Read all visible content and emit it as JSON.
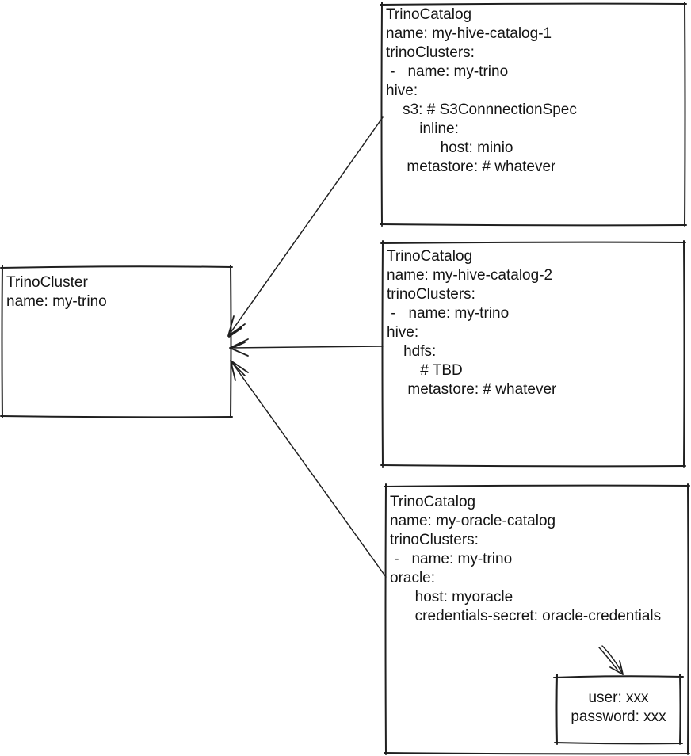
{
  "diagram": {
    "background": "#ffffff",
    "stroke_color": "#1f1f1f",
    "text_color": "#141414"
  },
  "nodes": {
    "cluster": {
      "lines": [
        "TrinoCluster",
        "name: my-trino"
      ]
    },
    "catalog1": {
      "lines": [
        "TrinoCatalog",
        "name: my-hive-catalog-1",
        "trinoClusters:",
        " -   name: my-trino",
        "hive:",
        "    s3: # S3ConnnectionSpec",
        "        inline:",
        "             host: minio",
        "     metastore: # whatever"
      ]
    },
    "catalog2": {
      "lines": [
        "TrinoCatalog",
        "name: my-hive-catalog-2",
        "trinoClusters:",
        " -   name: my-trino",
        "hive:",
        "    hdfs:",
        "        # TBD",
        "     metastore: # whatever"
      ]
    },
    "catalog3": {
      "lines": [
        "TrinoCatalog",
        "name: my-oracle-catalog",
        "trinoClusters:",
        " -   name: my-trino",
        "oracle:",
        "      host: myoracle",
        "      credentials-secret: oracle-credentials"
      ]
    },
    "credentials": {
      "lines": [
        "user: xxx",
        "password: xxx"
      ]
    }
  },
  "edges": [
    {
      "from": "my-hive-catalog-1",
      "to": "my-trino",
      "style": "arrow"
    },
    {
      "from": "my-hive-catalog-2",
      "to": "my-trino",
      "style": "arrow"
    },
    {
      "from": "my-oracle-catalog",
      "to": "my-trino",
      "style": "arrow"
    },
    {
      "from": "credentials-secret",
      "to": "credentials-box",
      "style": "arrow"
    }
  ]
}
